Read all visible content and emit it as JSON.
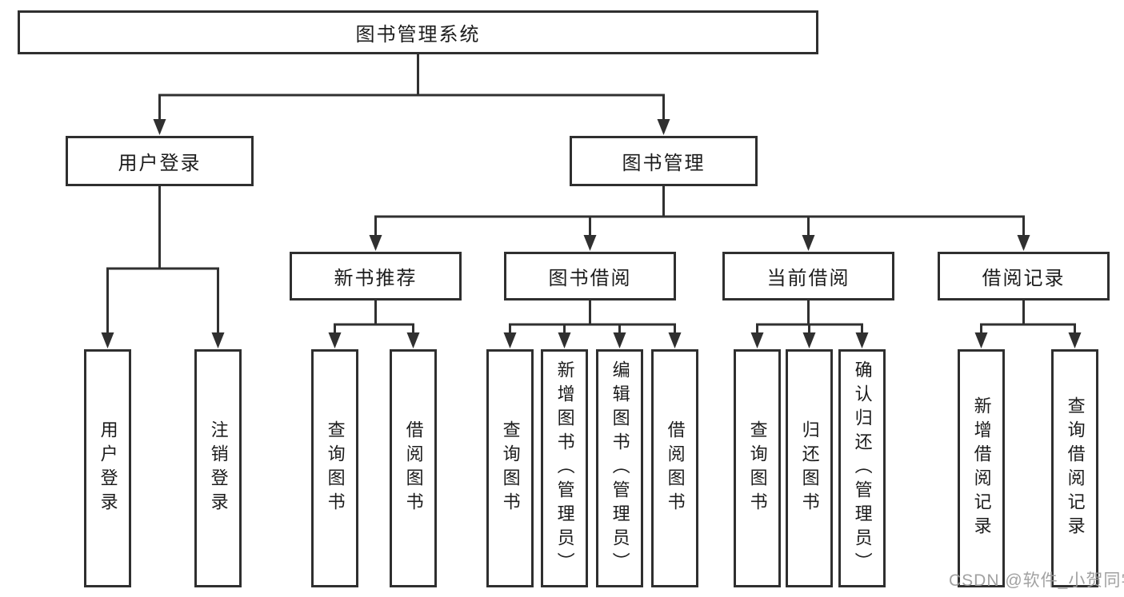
{
  "tree": {
    "root": "图书管理系统",
    "user_login": {
      "label": "用户登录",
      "leaves": [
        "用户登录",
        "注销登录"
      ]
    },
    "book_management": {
      "label": "图书管理"
    },
    "groups": [
      {
        "label": "新书推荐",
        "leaves": [
          "查询图书",
          "借阅图书"
        ]
      },
      {
        "label": "图书借阅",
        "leaves": [
          "查询图书",
          "新增图书（管理员）",
          "编辑图书（管理员）",
          "借阅图书"
        ]
      },
      {
        "label": "当前借阅",
        "leaves": [
          "查询图书",
          "归还图书",
          "确认归还（管理员）"
        ]
      },
      {
        "label": "借阅记录",
        "leaves": [
          "新增借阅记录",
          "查询借阅记录"
        ]
      }
    ]
  },
  "watermark": {
    "text": "CSDN @软件_小贺同学",
    "color": "#9a9a9a"
  },
  "colors": {
    "line": "#303030",
    "box_border": "#2f2f2f",
    "text": "#1c1c1c",
    "background": "#ffffff"
  }
}
